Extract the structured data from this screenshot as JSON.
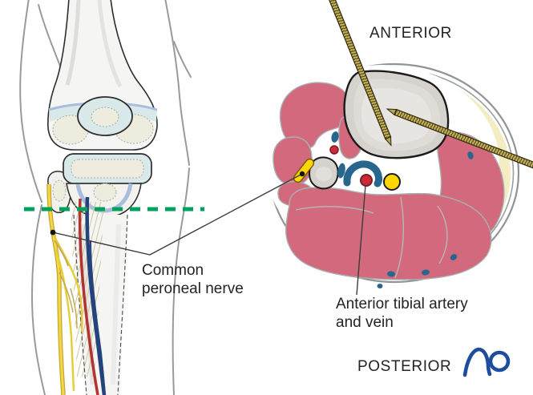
{
  "figure": {
    "orientation": {
      "anterior": "ANTERIOR",
      "posterior": "POSTERIOR"
    },
    "annotations": {
      "common_peroneal_nerve": "Common\nperoneal nerve",
      "anterior_tibial_vessels": "Anterior tibial artery\nand vein"
    },
    "logo": {
      "text": "AO"
    }
  },
  "colors": {
    "muscle": "#d2697c",
    "fat": "#f4ecc3",
    "bone": "#d6d3cf",
    "nerve": "#ffd600",
    "artery": "#cb2a38",
    "vein": "#27678e",
    "section_line": "#00a15c",
    "pin": "#c9b766",
    "pin_thread": "#57480e",
    "leg_artery": "#b23332",
    "leg_vein": "#24427c",
    "leg_nerve": "#f2d844",
    "cartilage": "#d9e9ea",
    "cartilage_band": "#a9bedc",
    "bone_cream": "#edecdf",
    "logo_blue": "#1e4da0"
  }
}
